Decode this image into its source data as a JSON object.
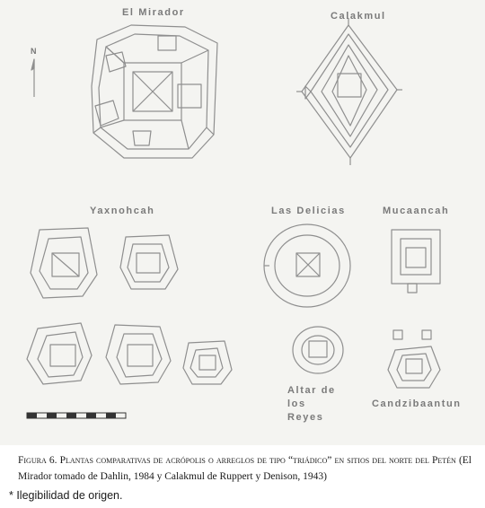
{
  "sites": {
    "el_mirador": "El Mirador",
    "calakmul": "Calakmul",
    "yaxnohcah": "Yaxnohcah",
    "las_delicias": "Las Delicias",
    "mucaancah": "Mucaancah",
    "altar_de_los_reyes": "Altar de los Reyes",
    "candzibaantun": "Candzibaantun"
  },
  "north_label": "N",
  "caption": {
    "label": "Figura 6.",
    "text_smallcaps": "Plantas comparativas de acrópolis o arreglos de tipo “triádico” en sitios del norte del Petén",
    "text_normal": "(El Mirador tomado de Dahlin, 1984 y Calakmul de Ruppert y Denison, 1943)"
  },
  "note": "* Ilegibilidad de origen."
}
